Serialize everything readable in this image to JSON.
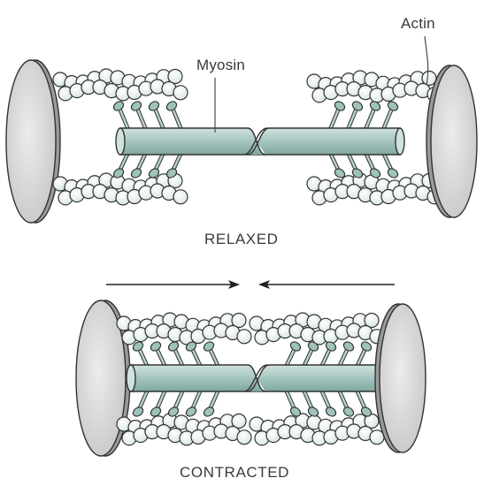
{
  "labels": {
    "myosin": "Myosin",
    "actin": "Actin"
  },
  "captions": {
    "relaxed": "RELAXED",
    "contracted": "CONTRACTED"
  },
  "colors": {
    "disc_fill": "#dcdcdc",
    "disc_edge": "#7a7a7a",
    "rod_fill": "#a9c8c3",
    "bead_fill": "#e9f0ee",
    "stroke": "#333333"
  }
}
